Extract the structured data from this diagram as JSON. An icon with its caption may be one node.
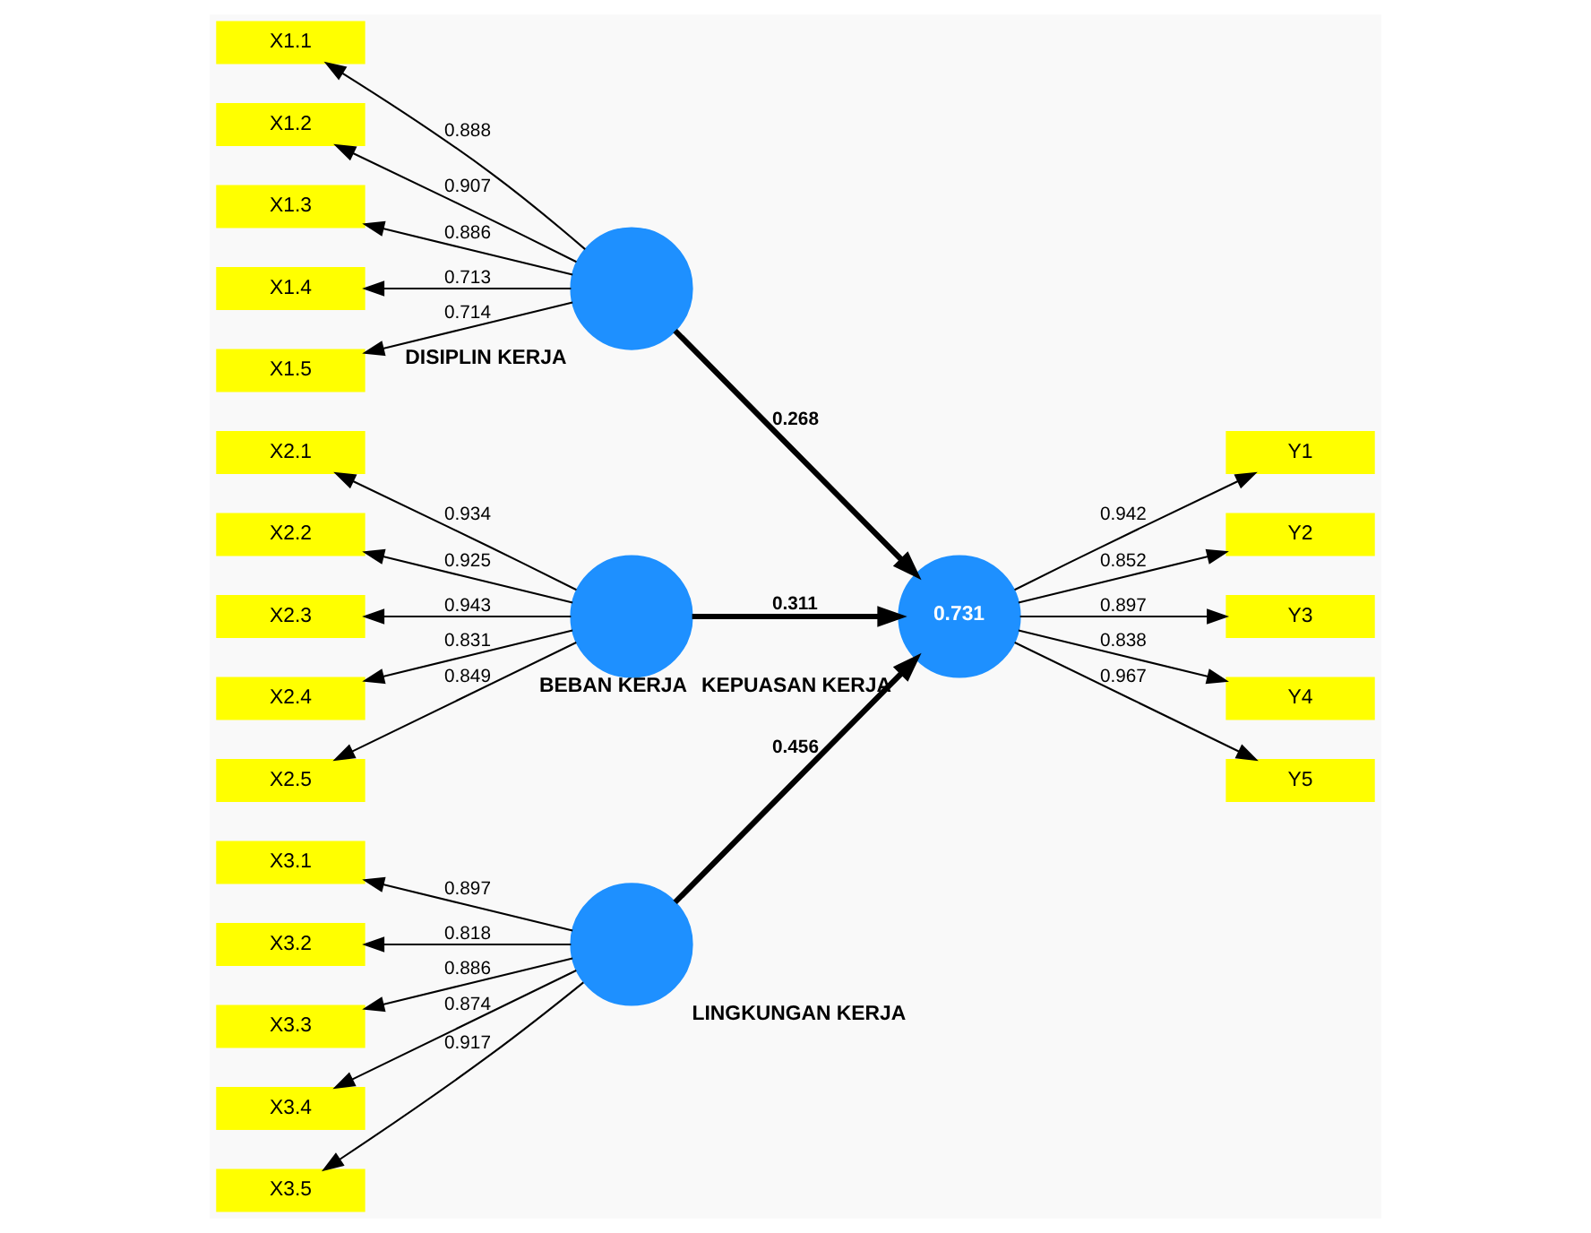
{
  "diagram": {
    "nodes": [
      {
        "text": [
          "X1.1"
        ]
      },
      {
        "text": [
          "X1.2"
        ]
      },
      {
        "text": [
          "X1.3"
        ]
      },
      {
        "text": [
          "X1.4"
        ]
      },
      {
        "text": [
          "X1.5"
        ]
      },
      {
        "text": [
          "DISIPLIN KERJA"
        ]
      },
      {
        "text": [
          "X2.1"
        ]
      },
      {
        "text": [
          "X2.2"
        ]
      },
      {
        "text": [
          "X2.3"
        ]
      },
      {
        "text": [
          "X2.4"
        ]
      },
      {
        "text": [
          "X2.5"
        ]
      },
      {
        "text": [
          "BEBAN KERJA"
        ]
      },
      {
        "text": [
          "0.731",
          "KEPUASAN KERJA"
        ]
      },
      {
        "text": [
          "Y1"
        ]
      },
      {
        "text": [
          "Y2"
        ]
      },
      {
        "text": [
          "Y3"
        ]
      },
      {
        "text": [
          "Y4"
        ]
      },
      {
        "text": [
          "Y5"
        ]
      },
      {
        "text": [
          "LINGKUNGAN KERJA"
        ]
      },
      {
        "text": [
          "X3.1"
        ]
      },
      {
        "text": [
          "X3.2"
        ]
      },
      {
        "text": [
          "X3.3"
        ]
      },
      {
        "text": [
          "X3.4"
        ]
      },
      {
        "text": [
          "X3.5"
        ]
      }
    ],
    "edges": [
      {
        "from": 5,
        "to": 0,
        "arrow": "to",
        "label": "0.888"
      },
      {
        "from": 5,
        "to": 1,
        "arrow": "to",
        "label": "0.907"
      },
      {
        "from": 5,
        "to": 2,
        "arrow": "to",
        "label": "0.886"
      },
      {
        "from": 5,
        "to": 3,
        "arrow": "to",
        "label": "0.713"
      },
      {
        "from": 5,
        "to": 4,
        "arrow": "to",
        "label": "0.714"
      },
      {
        "from": 11,
        "to": 6,
        "arrow": "to",
        "label": "0.934"
      },
      {
        "from": 11,
        "to": 7,
        "arrow": "to",
        "label": "0.925"
      },
      {
        "from": 11,
        "to": 8,
        "arrow": "to",
        "label": "0.943"
      },
      {
        "from": 11,
        "to": 9,
        "arrow": "to",
        "label": "0.831"
      },
      {
        "from": 11,
        "to": 10,
        "arrow": "to",
        "label": "0.849"
      },
      {
        "from": 5,
        "to": 12,
        "arrow": "to",
        "label": "0.268",
        "style": "thick"
      },
      {
        "from": 11,
        "to": 12,
        "arrow": "to",
        "label": "0.311",
        "style": "thick"
      },
      {
        "from": 18,
        "to": 12,
        "arrow": "to",
        "label": "0.456",
        "style": "thick"
      },
      {
        "from": 12,
        "to": 13,
        "arrow": "to",
        "label": "0.942"
      },
      {
        "from": 12,
        "to": 14,
        "arrow": "to",
        "label": "0.852"
      },
      {
        "from": 12,
        "to": 15,
        "arrow": "to",
        "label": "0.897"
      },
      {
        "from": 12,
        "to": 16,
        "arrow": "to",
        "label": "0.838"
      },
      {
        "from": 12,
        "to": 17,
        "arrow": "to",
        "label": "0.967"
      },
      {
        "from": 18,
        "to": 19,
        "arrow": "to",
        "label": "0.897"
      },
      {
        "from": 18,
        "to": 20,
        "arrow": "to",
        "label": "0.818"
      },
      {
        "from": 18,
        "to": 21,
        "arrow": "to",
        "label": "0.886"
      },
      {
        "from": 18,
        "to": 22,
        "arrow": "to",
        "label": "0.874"
      },
      {
        "from": 18,
        "to": 23,
        "arrow": "to",
        "label": "0.917"
      }
    ]
  }
}
